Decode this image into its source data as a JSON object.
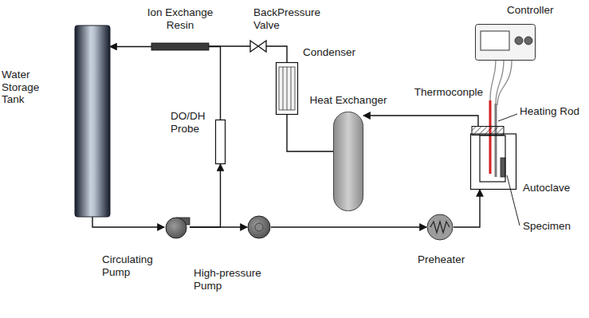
{
  "diagram": {
    "nodes": [
      {
        "text": [
          "Water Storage Tank"
        ]
      },
      {
        "text": [
          "Ion Exchange Resin"
        ]
      },
      {
        "text": [
          "BackPressure Valve"
        ]
      },
      {
        "text": [
          "Condenser"
        ]
      },
      {
        "text": [
          "DO/DH Probe"
        ]
      },
      {
        "text": [
          "Heat Exchanger"
        ]
      },
      {
        "text": [
          "Circulating Pump"
        ]
      },
      {
        "text": [
          "High-pressure Pump"
        ]
      },
      {
        "text": [
          "Preheater"
        ]
      },
      {
        "text": [
          "Autoclave"
        ]
      },
      {
        "text": [
          "Controller"
        ]
      }
    ],
    "edges": [
      {
        "from": 0,
        "to": 6,
        "arrow": "to"
      },
      {
        "from": 6,
        "to": 7,
        "arrow": "to"
      },
      {
        "from": 6,
        "to": 4,
        "arrow": "to"
      },
      {
        "from": 4,
        "to": 1,
        "arrow": "none"
      },
      {
        "from": 1,
        "to": 0,
        "arrow": "to"
      },
      {
        "from": 2,
        "to": 1,
        "arrow": "none"
      },
      {
        "from": 3,
        "to": 2,
        "arrow": "none"
      },
      {
        "from": 5,
        "to": 3,
        "arrow": "none"
      },
      {
        "from": 9,
        "to": 5,
        "arrow": "to"
      },
      {
        "from": 7,
        "to": 8,
        "arrow": "to"
      },
      {
        "from": 8,
        "to": 9,
        "arrow": "to"
      }
    ],
    "labels": [
      "Thermoconple",
      "Heating Rod",
      "Specimen"
    ]
  }
}
